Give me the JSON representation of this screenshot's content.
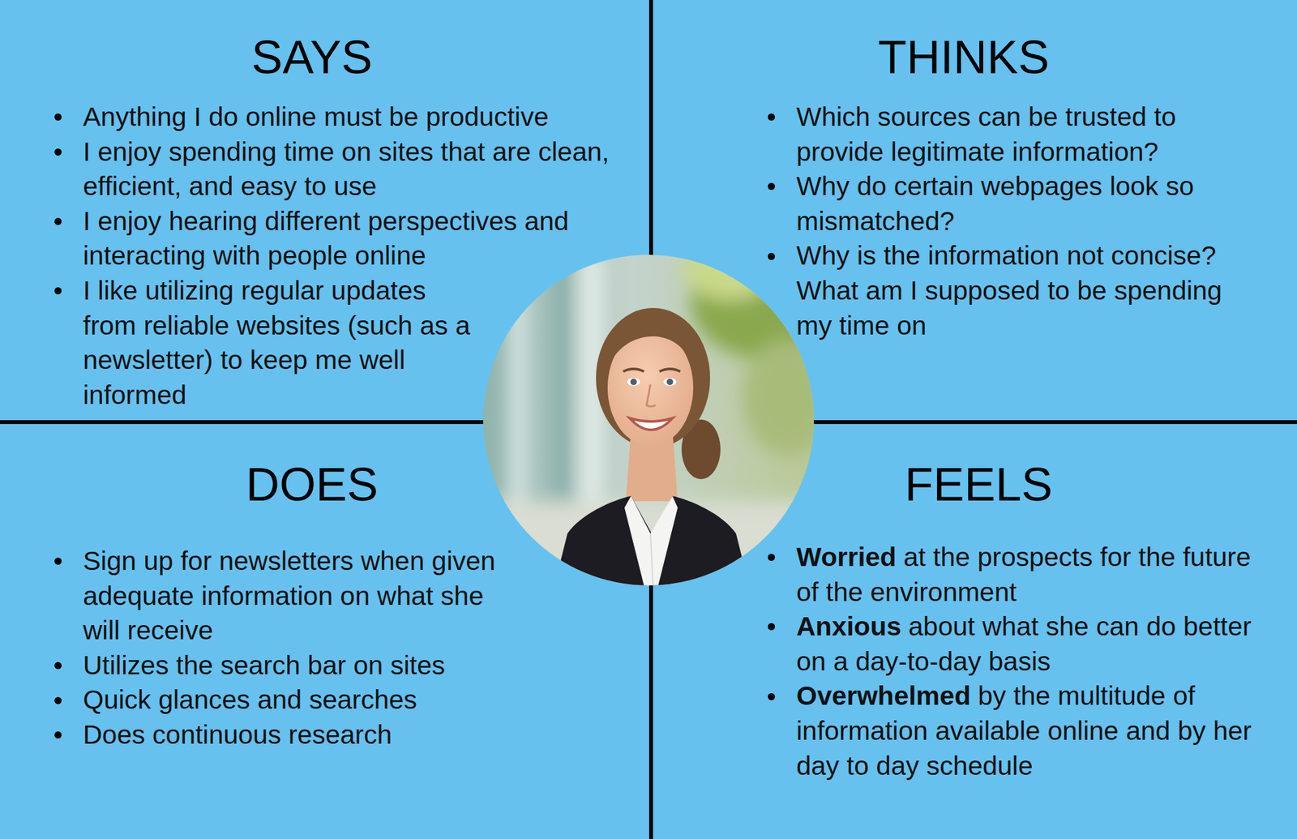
{
  "diagram": {
    "nodes": [
      {
        "text": [
          "SAYS",
          "Anything I do online must be productive",
          "I enjoy spending time on sites that are clean, efficient, and easy to use",
          "I enjoy hearing different perspectives and interacting with people online",
          "I like utilizing regular updates from reliable websites (such as a newsletter) to keep me well informed"
        ]
      },
      {
        "text": [
          "THINKS",
          "Which sources can be trusted to provide legitimate information?",
          "Why do certain webpages look so mismatched?",
          "Why is the information not concise? What am I supposed to be spending my time on"
        ]
      },
      {
        "text": [
          "DOES",
          "Sign up for newsletters when given adequate information on what she will receive",
          "Utilizes the search bar on sites",
          "Quick glances and searches",
          "Does continuous research"
        ]
      },
      {
        "text": [
          "FEELS",
          "Worried",
          "at the prospects for the future of the environment",
          "Anxious",
          "about what she can do better on a day-to-day basis",
          "Overwhelmed",
          "by the multitude of information available online and by her day to day schedule"
        ]
      }
    ]
  }
}
